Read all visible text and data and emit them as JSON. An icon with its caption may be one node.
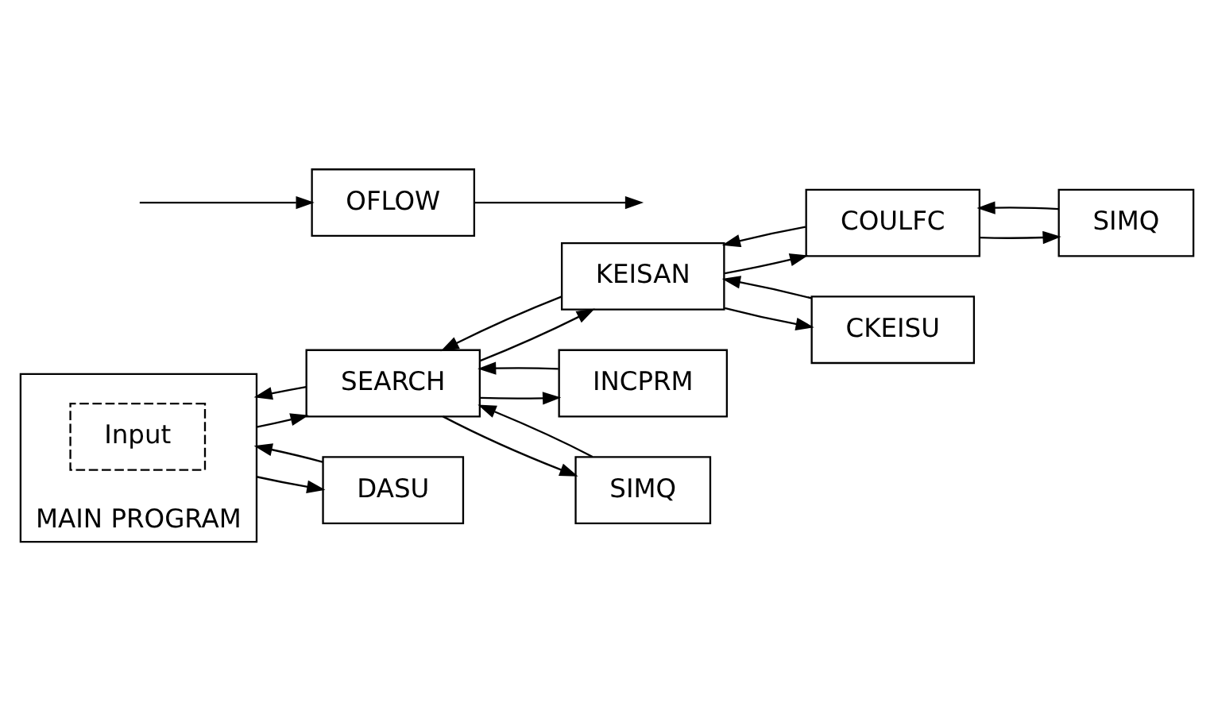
{
  "diagram": {
    "nodes": [
      {
        "text": [
          "MAIN PROGRAM"
        ]
      },
      {
        "text": [
          "Input"
        ],
        "in": 0
      },
      {
        "text": [
          "SEARCH"
        ]
      },
      {
        "text": [
          "KEISAN"
        ]
      },
      {
        "text": [
          "COULFC"
        ]
      },
      {
        "text": [
          "SIMQ"
        ]
      },
      {
        "text": [
          "CKEISU"
        ]
      },
      {
        "text": [
          "INCPRM"
        ]
      },
      {
        "text": [
          "SIMQ"
        ]
      },
      {
        "text": [
          "DASU"
        ]
      },
      {
        "text": [
          "OFLOW"
        ]
      }
    ],
    "edges": [
      {
        "from": 0,
        "to": 2,
        "arrow": "to"
      },
      {
        "from": 2,
        "to": 0,
        "arrow": "to"
      },
      {
        "from": 2,
        "to": 3,
        "arrow": "to"
      },
      {
        "from": 3,
        "to": 2,
        "arrow": "to"
      },
      {
        "from": 3,
        "to": 4,
        "arrow": "to"
      },
      {
        "from": 4,
        "to": 3,
        "arrow": "to"
      },
      {
        "from": 4,
        "to": 5,
        "arrow": "to"
      },
      {
        "from": 5,
        "to": 4,
        "arrow": "to"
      },
      {
        "from": 3,
        "to": 6,
        "arrow": "to"
      },
      {
        "from": 6,
        "to": 3,
        "arrow": "to"
      },
      {
        "from": 2,
        "to": 7,
        "arrow": "to"
      },
      {
        "from": 7,
        "to": 2,
        "arrow": "to"
      },
      {
        "from": 2,
        "to": 8,
        "arrow": "to"
      },
      {
        "from": 8,
        "to": 2,
        "arrow": "to"
      },
      {
        "from": 0,
        "to": 9,
        "arrow": "to"
      },
      {
        "from": 9,
        "to": 0,
        "arrow": "to"
      },
      {
        "from": null,
        "to": 10,
        "arrow": "to"
      },
      {
        "from": 10,
        "to": null,
        "arrow": "to"
      }
    ]
  }
}
